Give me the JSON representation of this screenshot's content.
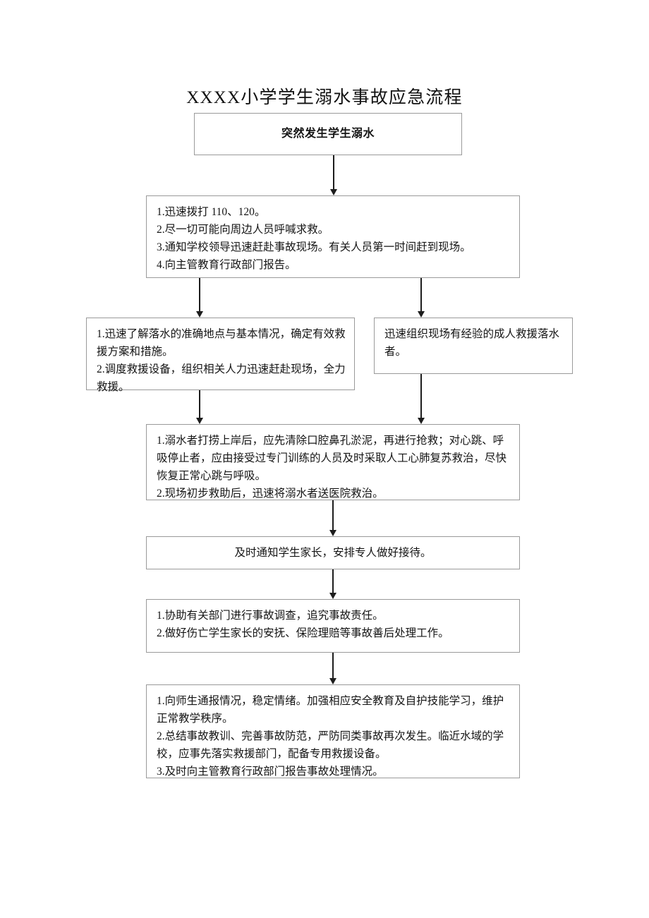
{
  "document": {
    "title": "XXXX小学学生溺水事故应急流程",
    "type": "emergency-response-flowchart",
    "language": "zh-CN"
  },
  "colors": {
    "box_border": "#9a9a9a",
    "arrow": "#1d1d1d",
    "text": "#141414",
    "background": "#ffffff"
  },
  "flow": {
    "nodes": [
      {
        "id": "node-incident",
        "name": "incident-box",
        "emphasis": "bold",
        "align": "center",
        "lines": [
          "突然发生学生溺水"
        ]
      },
      {
        "id": "node-immediate-actions",
        "name": "immediate-actions-box",
        "emphasis": "normal",
        "align": "left",
        "lines": [
          "1.迅速拨打 110、120。",
          "2.尽一切可能向周边人员呼喊求救。",
          "3.通知学校领导迅速赶赴事故现场。有关人员第一时间赶到现场。",
          "4.向主管教育行政部门报告。"
        ]
      },
      {
        "id": "node-assess-deploy",
        "name": "assess-and-deploy-box",
        "emphasis": "normal",
        "align": "left",
        "lines": [
          "1.迅速了解落水的准确地点与基本情况，确定有效救援方案和措施。",
          "2.调度救援设备，组织相关人力迅速赶赴现场，全力救援。"
        ]
      },
      {
        "id": "node-organize-rescue",
        "name": "organize-adult-rescue-box",
        "emphasis": "normal",
        "align": "left",
        "lines": [
          "迅速组织现场有经验的成人救援落水者。"
        ]
      },
      {
        "id": "node-first-aid",
        "name": "first-aid-box",
        "emphasis": "normal",
        "align": "left",
        "lines": [
          "1.溺水者打捞上岸后，应先清除口腔鼻孔淤泥，再进行抢救；对心跳、呼吸停止者，应由接受过专门训练的人员及时采取人工心肺复苏救治，尽快恢复正常心跳与呼吸。",
          "2.现场初步救助后，迅速将溺水者送医院救治。"
        ]
      },
      {
        "id": "node-notify-parents",
        "name": "notify-parents-box",
        "emphasis": "normal",
        "align": "center",
        "lines": [
          "及时通知学生家长，安排专人做好接待。"
        ]
      },
      {
        "id": "node-investigation",
        "name": "investigation-and-aftercare-box",
        "emphasis": "normal",
        "align": "left",
        "lines": [
          "1.协助有关部门进行事故调查，追究事故责任。",
          "2.做好伤亡学生家长的安抚、保险理赔等事故善后处理工作。"
        ]
      },
      {
        "id": "node-followup",
        "name": "followup-and-prevention-box",
        "emphasis": "normal",
        "align": "left",
        "lines": [
          "1.向师生通报情况，稳定情绪。加强相应安全教育及自护技能学习，维护正常教学秩序。",
          "2.总结事故教训、完善事故防范，严防同类事故再次发生。临近水域的学校，应事先落实救援部门，配备专用救援设备。",
          "3.及时向主管教育行政部门报告事故处理情况。"
        ]
      }
    ],
    "connectors": [
      {
        "id": "conn-1",
        "name": "arrow-incident-to-immediate",
        "from": "node-incident",
        "to": "node-immediate-actions"
      },
      {
        "id": "conn-2",
        "name": "arrow-immediate-to-assess",
        "from": "node-immediate-actions",
        "to": "node-assess-deploy"
      },
      {
        "id": "conn-3",
        "name": "arrow-immediate-to-organize",
        "from": "node-immediate-actions",
        "to": "node-organize-rescue"
      },
      {
        "id": "conn-4",
        "name": "arrow-assess-to-firstaid",
        "from": "node-assess-deploy",
        "to": "node-first-aid"
      },
      {
        "id": "conn-5",
        "name": "arrow-organize-to-firstaid",
        "from": "node-organize-rescue",
        "to": "node-first-aid"
      },
      {
        "id": "conn-6",
        "name": "arrow-firstaid-to-notify",
        "from": "node-first-aid",
        "to": "node-notify-parents"
      },
      {
        "id": "conn-7",
        "name": "arrow-notify-to-investigation",
        "from": "node-notify-parents",
        "to": "node-investigation"
      },
      {
        "id": "conn-8",
        "name": "arrow-investigation-to-followup",
        "from": "node-investigation",
        "to": "node-followup"
      }
    ]
  }
}
